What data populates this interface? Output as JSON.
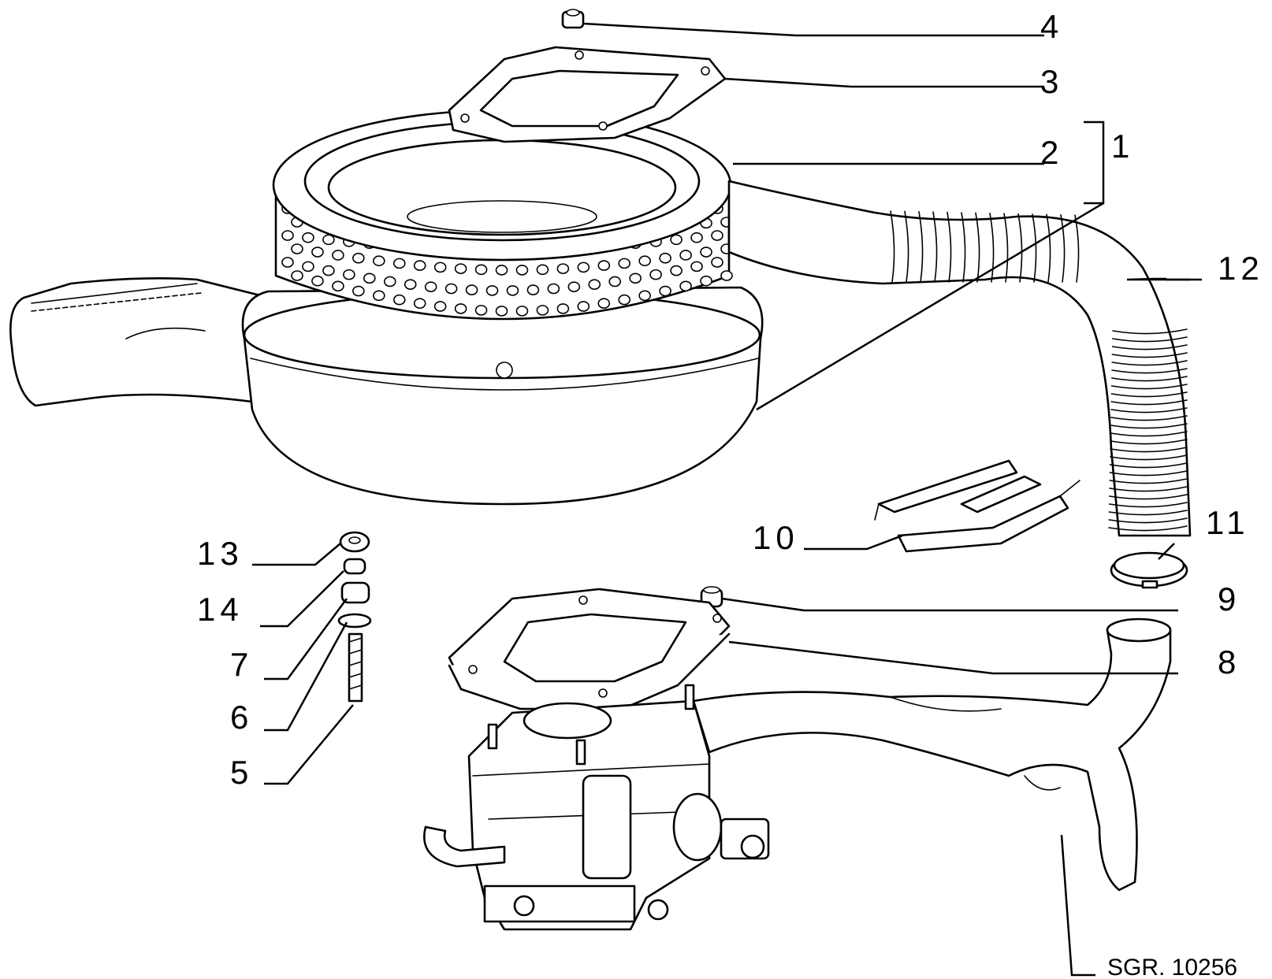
{
  "labels": {
    "l1": "1",
    "l2": "2",
    "l3": "3",
    "l4": "4",
    "l5": "5",
    "l6": "6",
    "l7": "7",
    "l8": "8",
    "l9": "9",
    "l10": "10",
    "l11": "11",
    "l12": "12",
    "l13": "13",
    "l14": "14"
  },
  "reference": "SGR. 10256"
}
